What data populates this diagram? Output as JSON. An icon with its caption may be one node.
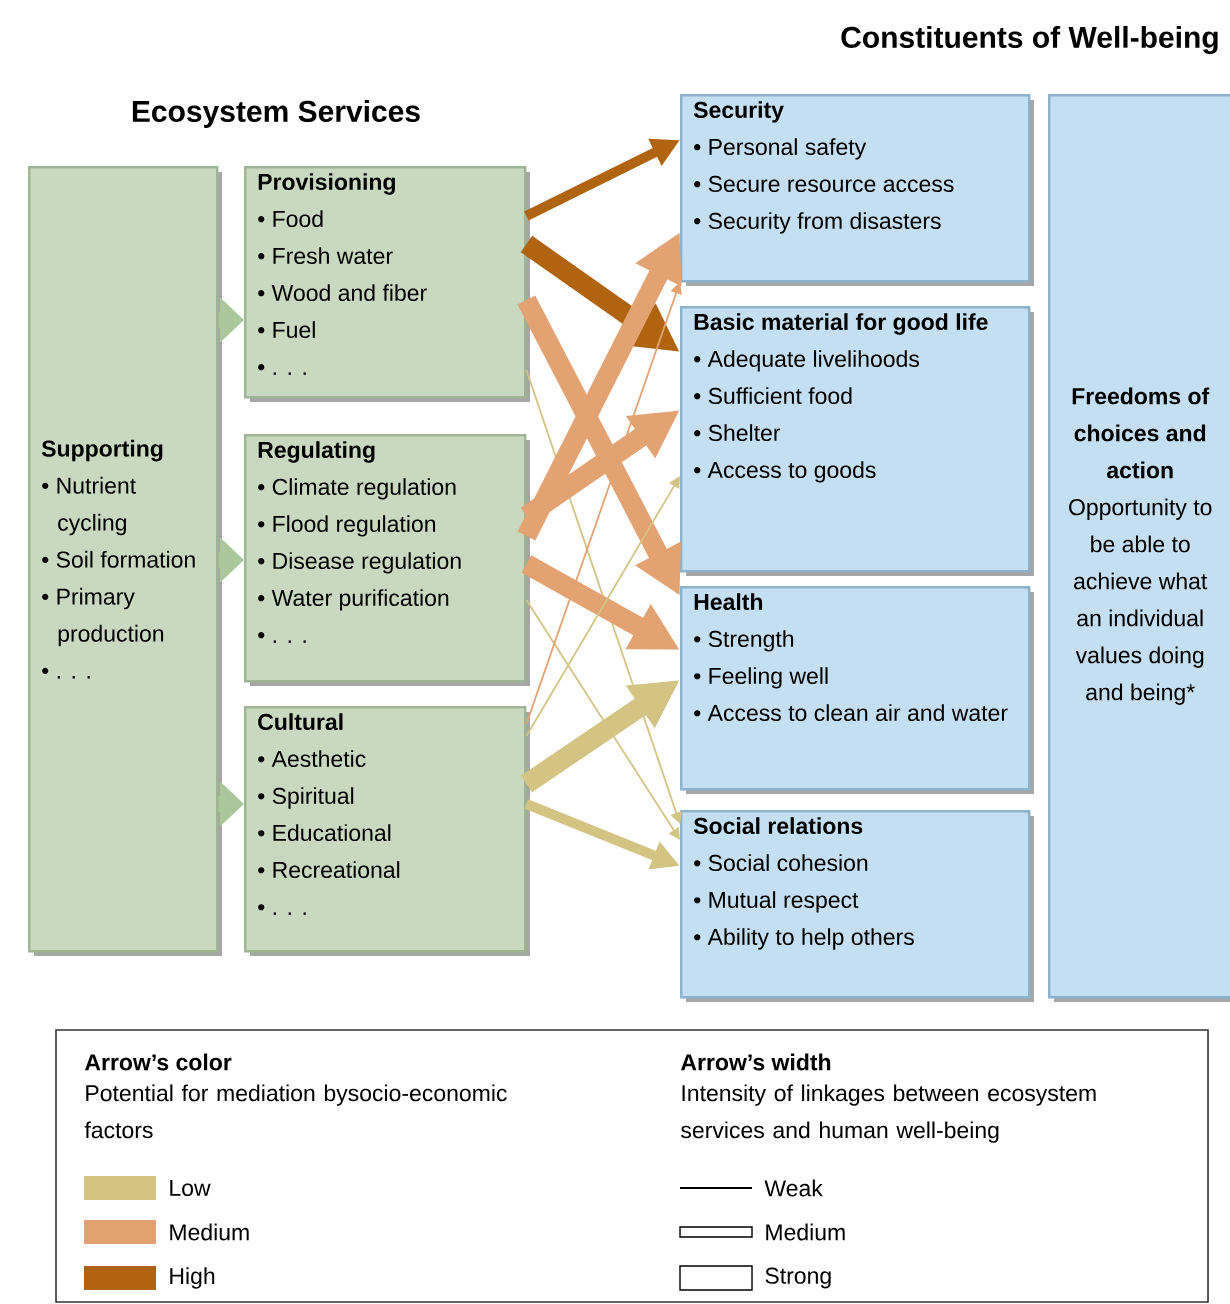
{
  "diagram": {
    "nodes": [
      {
        "text": [
          "Supporting",
          "• Nutrient cycling",
          "• Soil formation",
          "• Primary production",
          "• . . ."
        ]
      },
      {
        "text": [
          "Provisioning",
          "• Food",
          "• Fresh water",
          "• Wood and fiber",
          "• Fuel",
          "• . . ."
        ]
      },
      {
        "text": [
          "Regulating",
          "• Climate regulation",
          "• Flood regulation",
          "• Disease regulation",
          "• Water purification",
          "• . . ."
        ]
      },
      {
        "text": [
          "Cultural",
          "• Aesthetic",
          "• Spiritual",
          "• Educational",
          "• Recreational",
          "• . . ."
        ]
      },
      {
        "text": [
          "Security",
          "• Personal safety",
          "• Secure resource access",
          "• Security from disasters"
        ]
      },
      {
        "text": [
          "Basic material for good life",
          "• Adequate livelihoods",
          "• Sufficient food",
          "• Shelter",
          "• Access to goods"
        ]
      },
      {
        "text": [
          "Health",
          "• Strength",
          "• Feeling well",
          "• Access to clean air and water"
        ]
      },
      {
        "text": [
          "Social relations",
          "• Social cohesion",
          "• Mutual respect",
          "• Ability to help others"
        ]
      },
      {
        "text": [
          "Freedoms of choices and action",
          "Opportunity to be able to achieve what an individual values doing and being*"
        ]
      }
    ],
    "edges": [
      {
        "from": 0,
        "to": 1,
        "arrow": "to",
        "color": "#a9c79a"
      },
      {
        "from": 0,
        "to": 2,
        "arrow": "to",
        "color": "#a9c79a"
      },
      {
        "from": 0,
        "to": 3,
        "arrow": "to",
        "color": "#a9c79a"
      },
      {
        "from": 1,
        "to": 4,
        "arrow": "to",
        "color": "#b0640f"
      },
      {
        "from": 1,
        "to": 5,
        "arrow": "to",
        "color": "#b0640f"
      },
      {
        "from": 1,
        "to": 6,
        "arrow": "to",
        "color": "#e3a271"
      },
      {
        "from": 1,
        "to": 7,
        "arrow": "to",
        "color": "#d3c484"
      },
      {
        "from": 2,
        "to": 4,
        "arrow": "to",
        "color": "#e3a271"
      },
      {
        "from": 2,
        "to": 5,
        "arrow": "to",
        "color": "#e3a271"
      },
      {
        "from": 2,
        "to": 6,
        "arrow": "to",
        "color": "#e3a271"
      },
      {
        "from": 2,
        "to": 7,
        "arrow": "to",
        "color": "#d3c484"
      },
      {
        "from": 3,
        "to": 4,
        "arrow": "to",
        "color": "#e3a271"
      },
      {
        "from": 3,
        "to": 5,
        "arrow": "to",
        "color": "#d3c484"
      },
      {
        "from": 3,
        "to": 6,
        "arrow": "to",
        "color": "#d3c484"
      },
      {
        "from": 3,
        "to": 7,
        "arrow": "to",
        "color": "#d3c484"
      }
    ],
    "labels": [
      "Constituents of Well-being",
      "Ecosystem Services",
      "Arrow’s color",
      "Potential for mediation bysocio-economic factors",
      "Arrow’s width",
      "Intensity of linkages between ecosystem services and human well-being"
    ],
    "legend": [
      {
        "text": "Low",
        "color": "#d3c484"
      },
      {
        "text": "Medium",
        "color": "#e3a271"
      },
      {
        "text": "High",
        "color": "#b0640f"
      },
      {
        "text": "Weak"
      },
      {
        "text": "Medium"
      },
      {
        "text": "Strong"
      }
    ]
  }
}
